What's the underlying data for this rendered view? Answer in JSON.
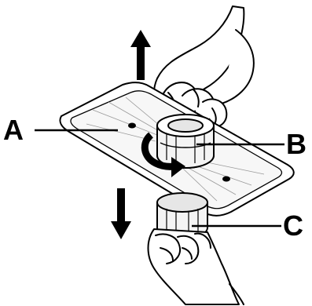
{
  "diagram": {
    "callouts": {
      "a": "A",
      "b": "B",
      "c": "C"
    }
  },
  "colors": {
    "ink": "#000000",
    "background": "#ffffff",
    "shading": "#e6e6e6",
    "filter_body": "#f4f4f4"
  },
  "icons": {
    "up": "arrow-up-icon",
    "down": "arrow-down-icon",
    "rotate": "curved-rotate-arrow-icon"
  }
}
